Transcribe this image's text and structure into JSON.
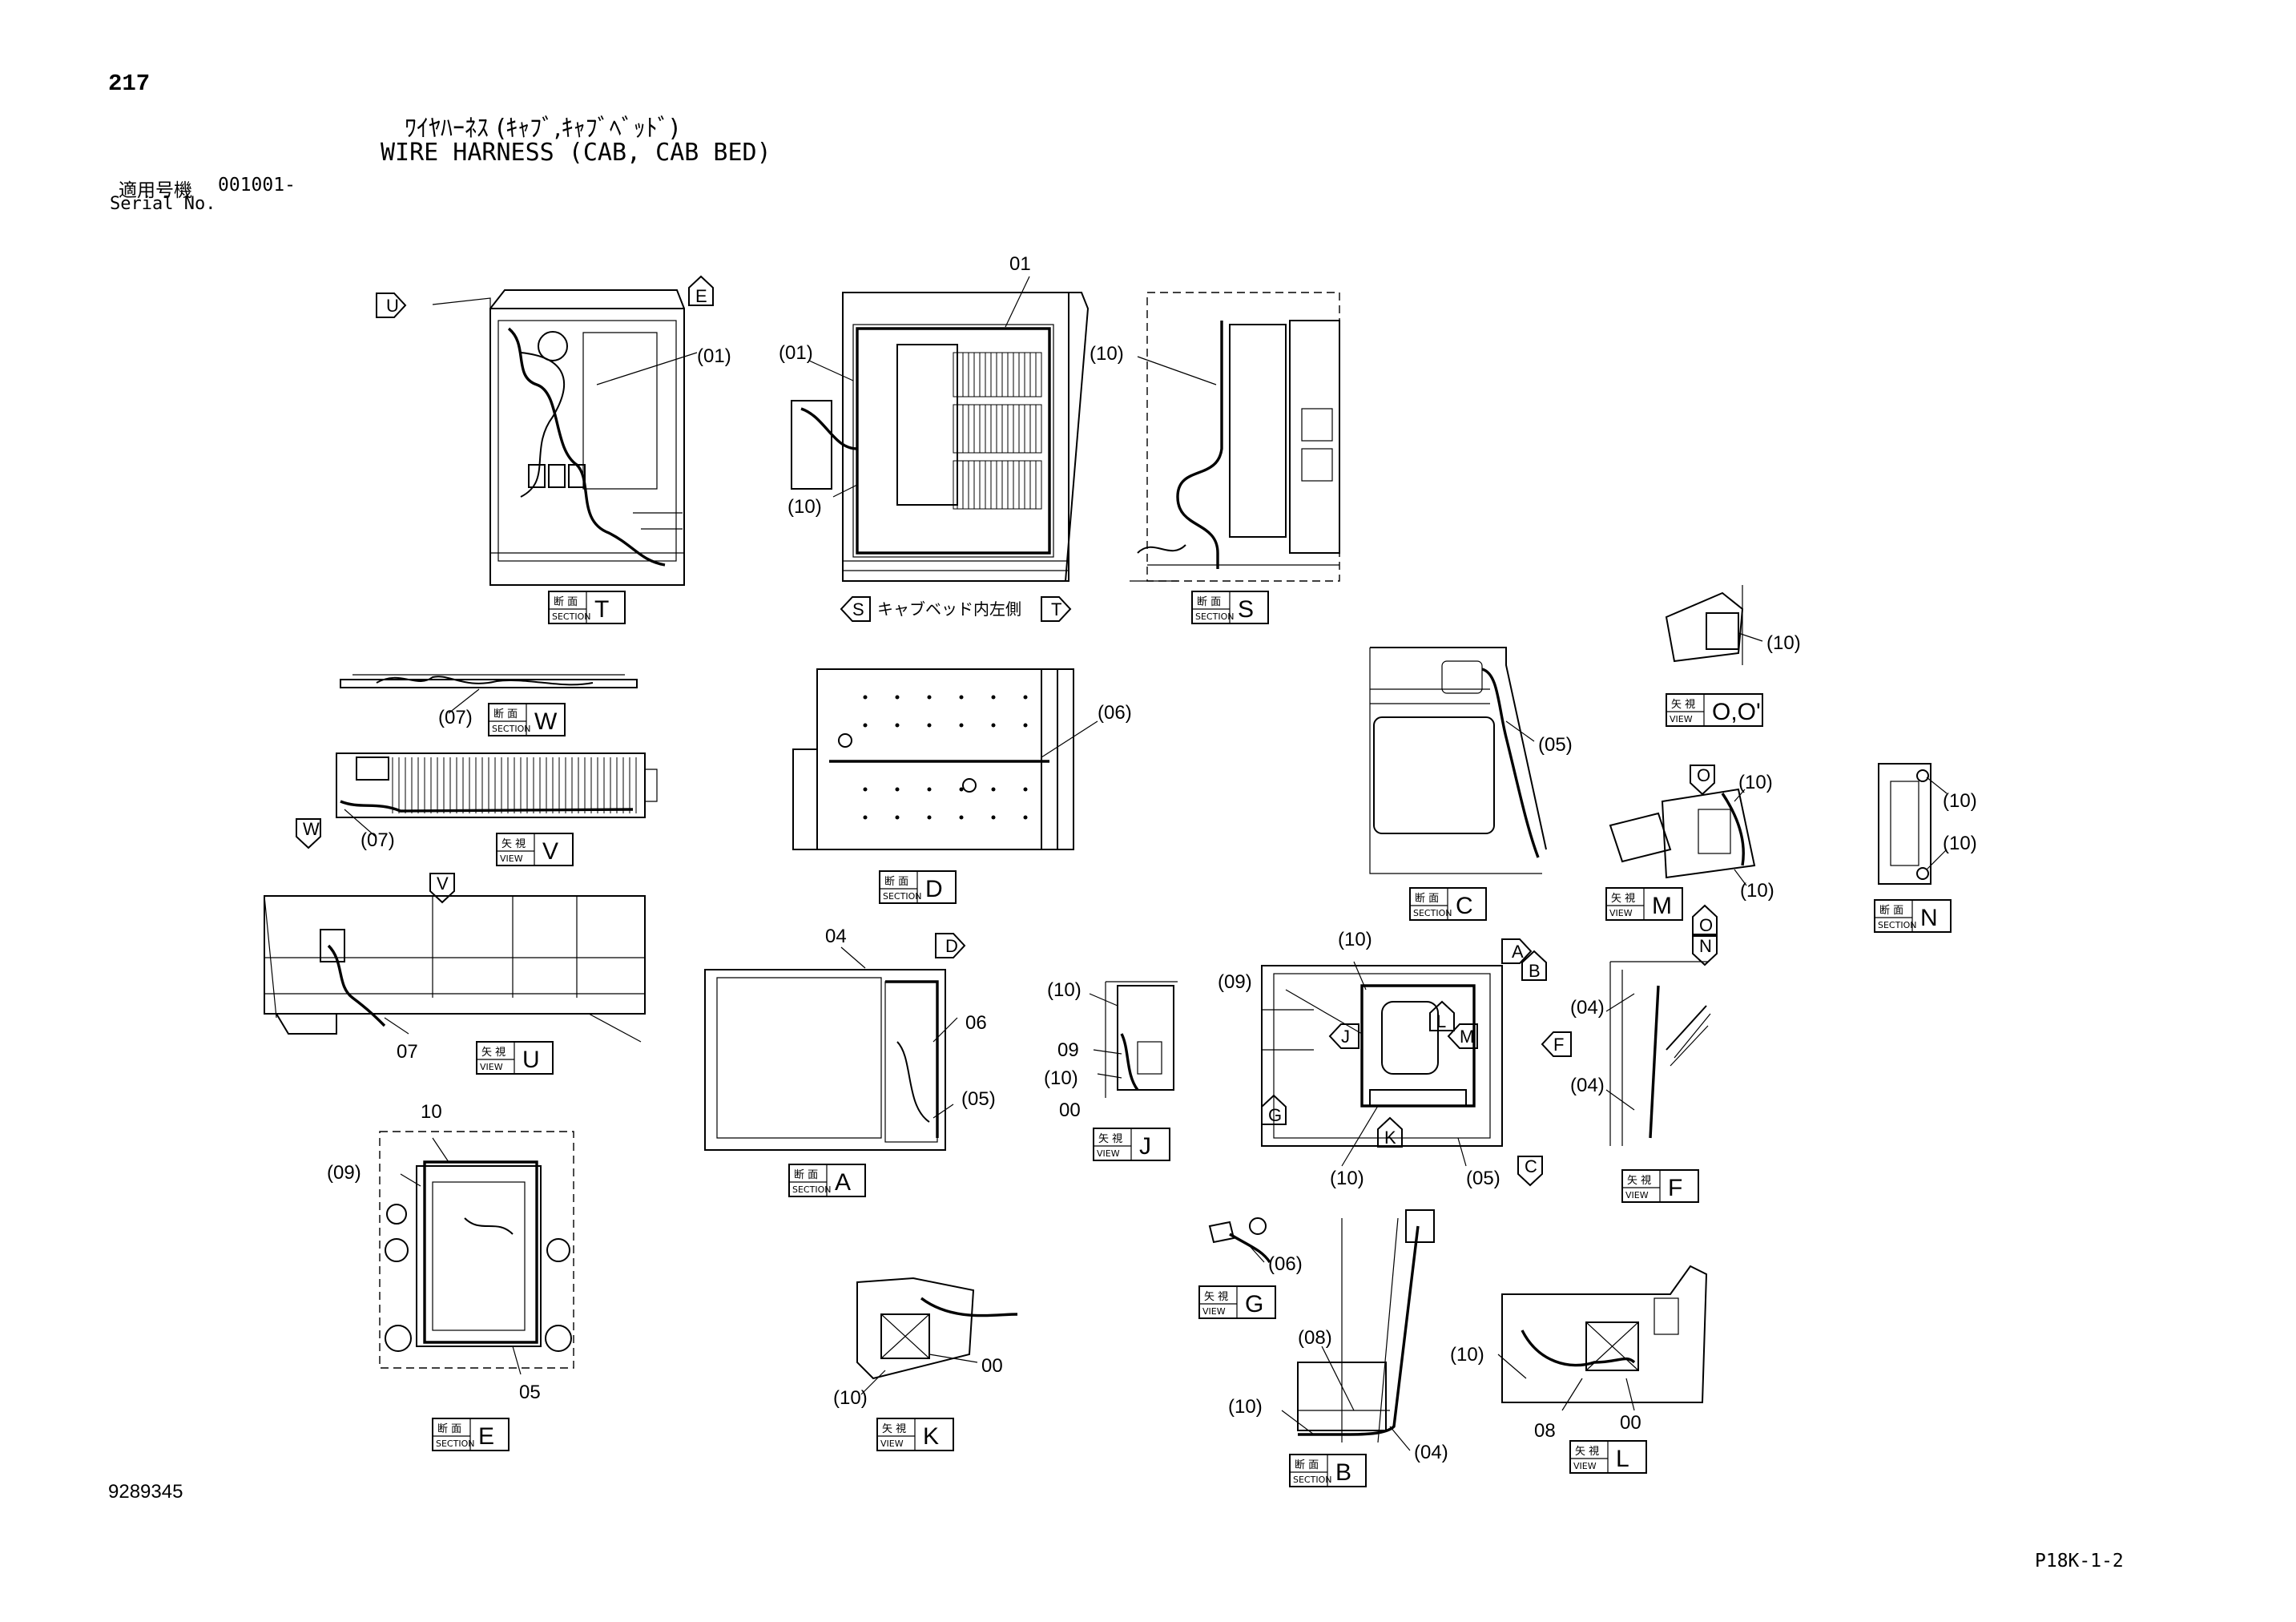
{
  "header": {
    "page_number": "217",
    "title_jp": "ﾜｲﾔﾊｰﾈｽ (ｷｬﾌﾞ,ｷｬﾌﾞﾍﾞｯﾄﾞ)",
    "title_en": "WIRE HARNESS (CAB, CAB BED)",
    "serial_label_jp": "適用号機",
    "serial_code": "001001-",
    "serial_label_en": "Serial No."
  },
  "footer": {
    "doc_number": "9289345",
    "sheet_code": "P18K-1-2"
  },
  "labels": {
    "section_jp": "断 面",
    "section_en": "SECTION",
    "view_jp": "矢 視",
    "view_en": "VIEW",
    "cab_bed_inner_left": "キャブベッド内左側"
  },
  "boxes": [
    {
      "id": "T",
      "kind": "section",
      "letter": "T"
    },
    {
      "id": "S",
      "kind": "section",
      "letter": "S"
    },
    {
      "id": "W",
      "kind": "section",
      "letter": "W"
    },
    {
      "id": "V",
      "kind": "view",
      "letter": "V"
    },
    {
      "id": "U",
      "kind": "view",
      "letter": "U"
    },
    {
      "id": "D",
      "kind": "section",
      "letter": "D"
    },
    {
      "id": "A",
      "kind": "section",
      "letter": "A"
    },
    {
      "id": "E",
      "kind": "section",
      "letter": "E"
    },
    {
      "id": "K",
      "kind": "view",
      "letter": "K"
    },
    {
      "id": "J",
      "kind": "view",
      "letter": "J"
    },
    {
      "id": "C",
      "kind": "section",
      "letter": "C"
    },
    {
      "id": "OO",
      "kind": "view",
      "letter": "O,O'"
    },
    {
      "id": "M",
      "kind": "view",
      "letter": "M"
    },
    {
      "id": "N",
      "kind": "section",
      "letter": "N"
    },
    {
      "id": "F",
      "kind": "view",
      "letter": "F"
    },
    {
      "id": "G",
      "kind": "view",
      "letter": "G"
    },
    {
      "id": "B",
      "kind": "section",
      "letter": "B"
    },
    {
      "id": "L",
      "kind": "view",
      "letter": "L"
    }
  ],
  "arrows": [
    "U",
    "E",
    "S",
    "T",
    "W",
    "V",
    "D",
    "O",
    "O",
    "N",
    "A",
    "B",
    "F",
    "J",
    "L",
    "M",
    "G",
    "K",
    "C"
  ],
  "callouts": [
    "(01)",
    "01",
    "(01)",
    "(10)",
    "(10)",
    "(10)",
    "(06)",
    "(05)",
    "(07)",
    "(07)",
    "(10)",
    "(10)",
    "(10)",
    "(10)",
    "04",
    "06",
    "(05)",
    "07",
    "(10)",
    "09",
    "(10)",
    "00",
    "(10)",
    "(09)",
    "(10)",
    "(05)",
    "(04)",
    "(04)",
    "10",
    "(09)",
    "05",
    "00",
    "(10)",
    "(06)",
    "(08)",
    "(10)",
    "(04)",
    "(10)",
    "08",
    "00"
  ]
}
